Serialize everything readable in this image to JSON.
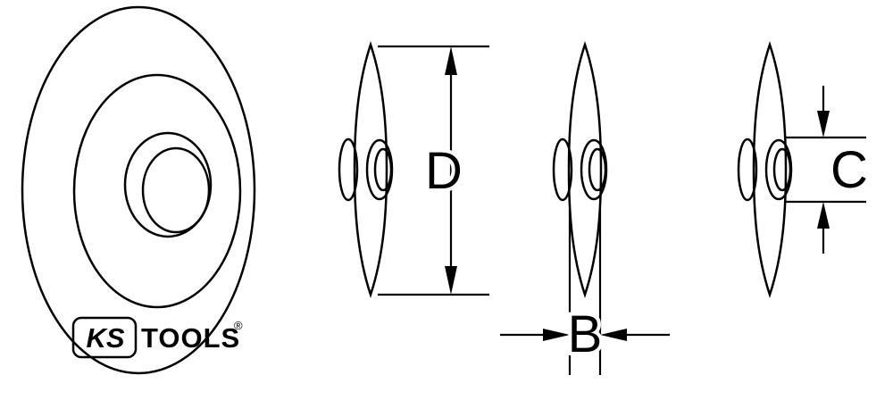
{
  "diagram": {
    "type": "technical-drawing",
    "subject": "cutting wheel for pipe cutter, front view and three side profiles with dimension callouts",
    "colors": {
      "line": "#000000",
      "background": "#ffffff"
    },
    "dimensions": {
      "d_label": "D",
      "b_label": "B",
      "c_label": "C"
    },
    "logo": {
      "ks": "KS",
      "tools": "TOOLS",
      "registered": "®"
    }
  }
}
